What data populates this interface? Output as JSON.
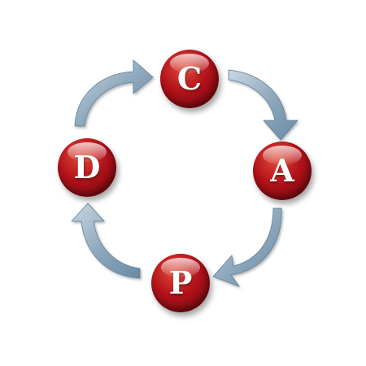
{
  "diagram": {
    "nodes": [
      {
        "id": "c",
        "letter": "C"
      },
      {
        "id": "a",
        "letter": "A"
      },
      {
        "id": "p",
        "letter": "P"
      },
      {
        "id": "d",
        "letter": "D"
      }
    ],
    "colors": {
      "node_fill": "#b3121a",
      "arrow_fill": "#8fa9bd",
      "letter": "#ffffff"
    }
  }
}
